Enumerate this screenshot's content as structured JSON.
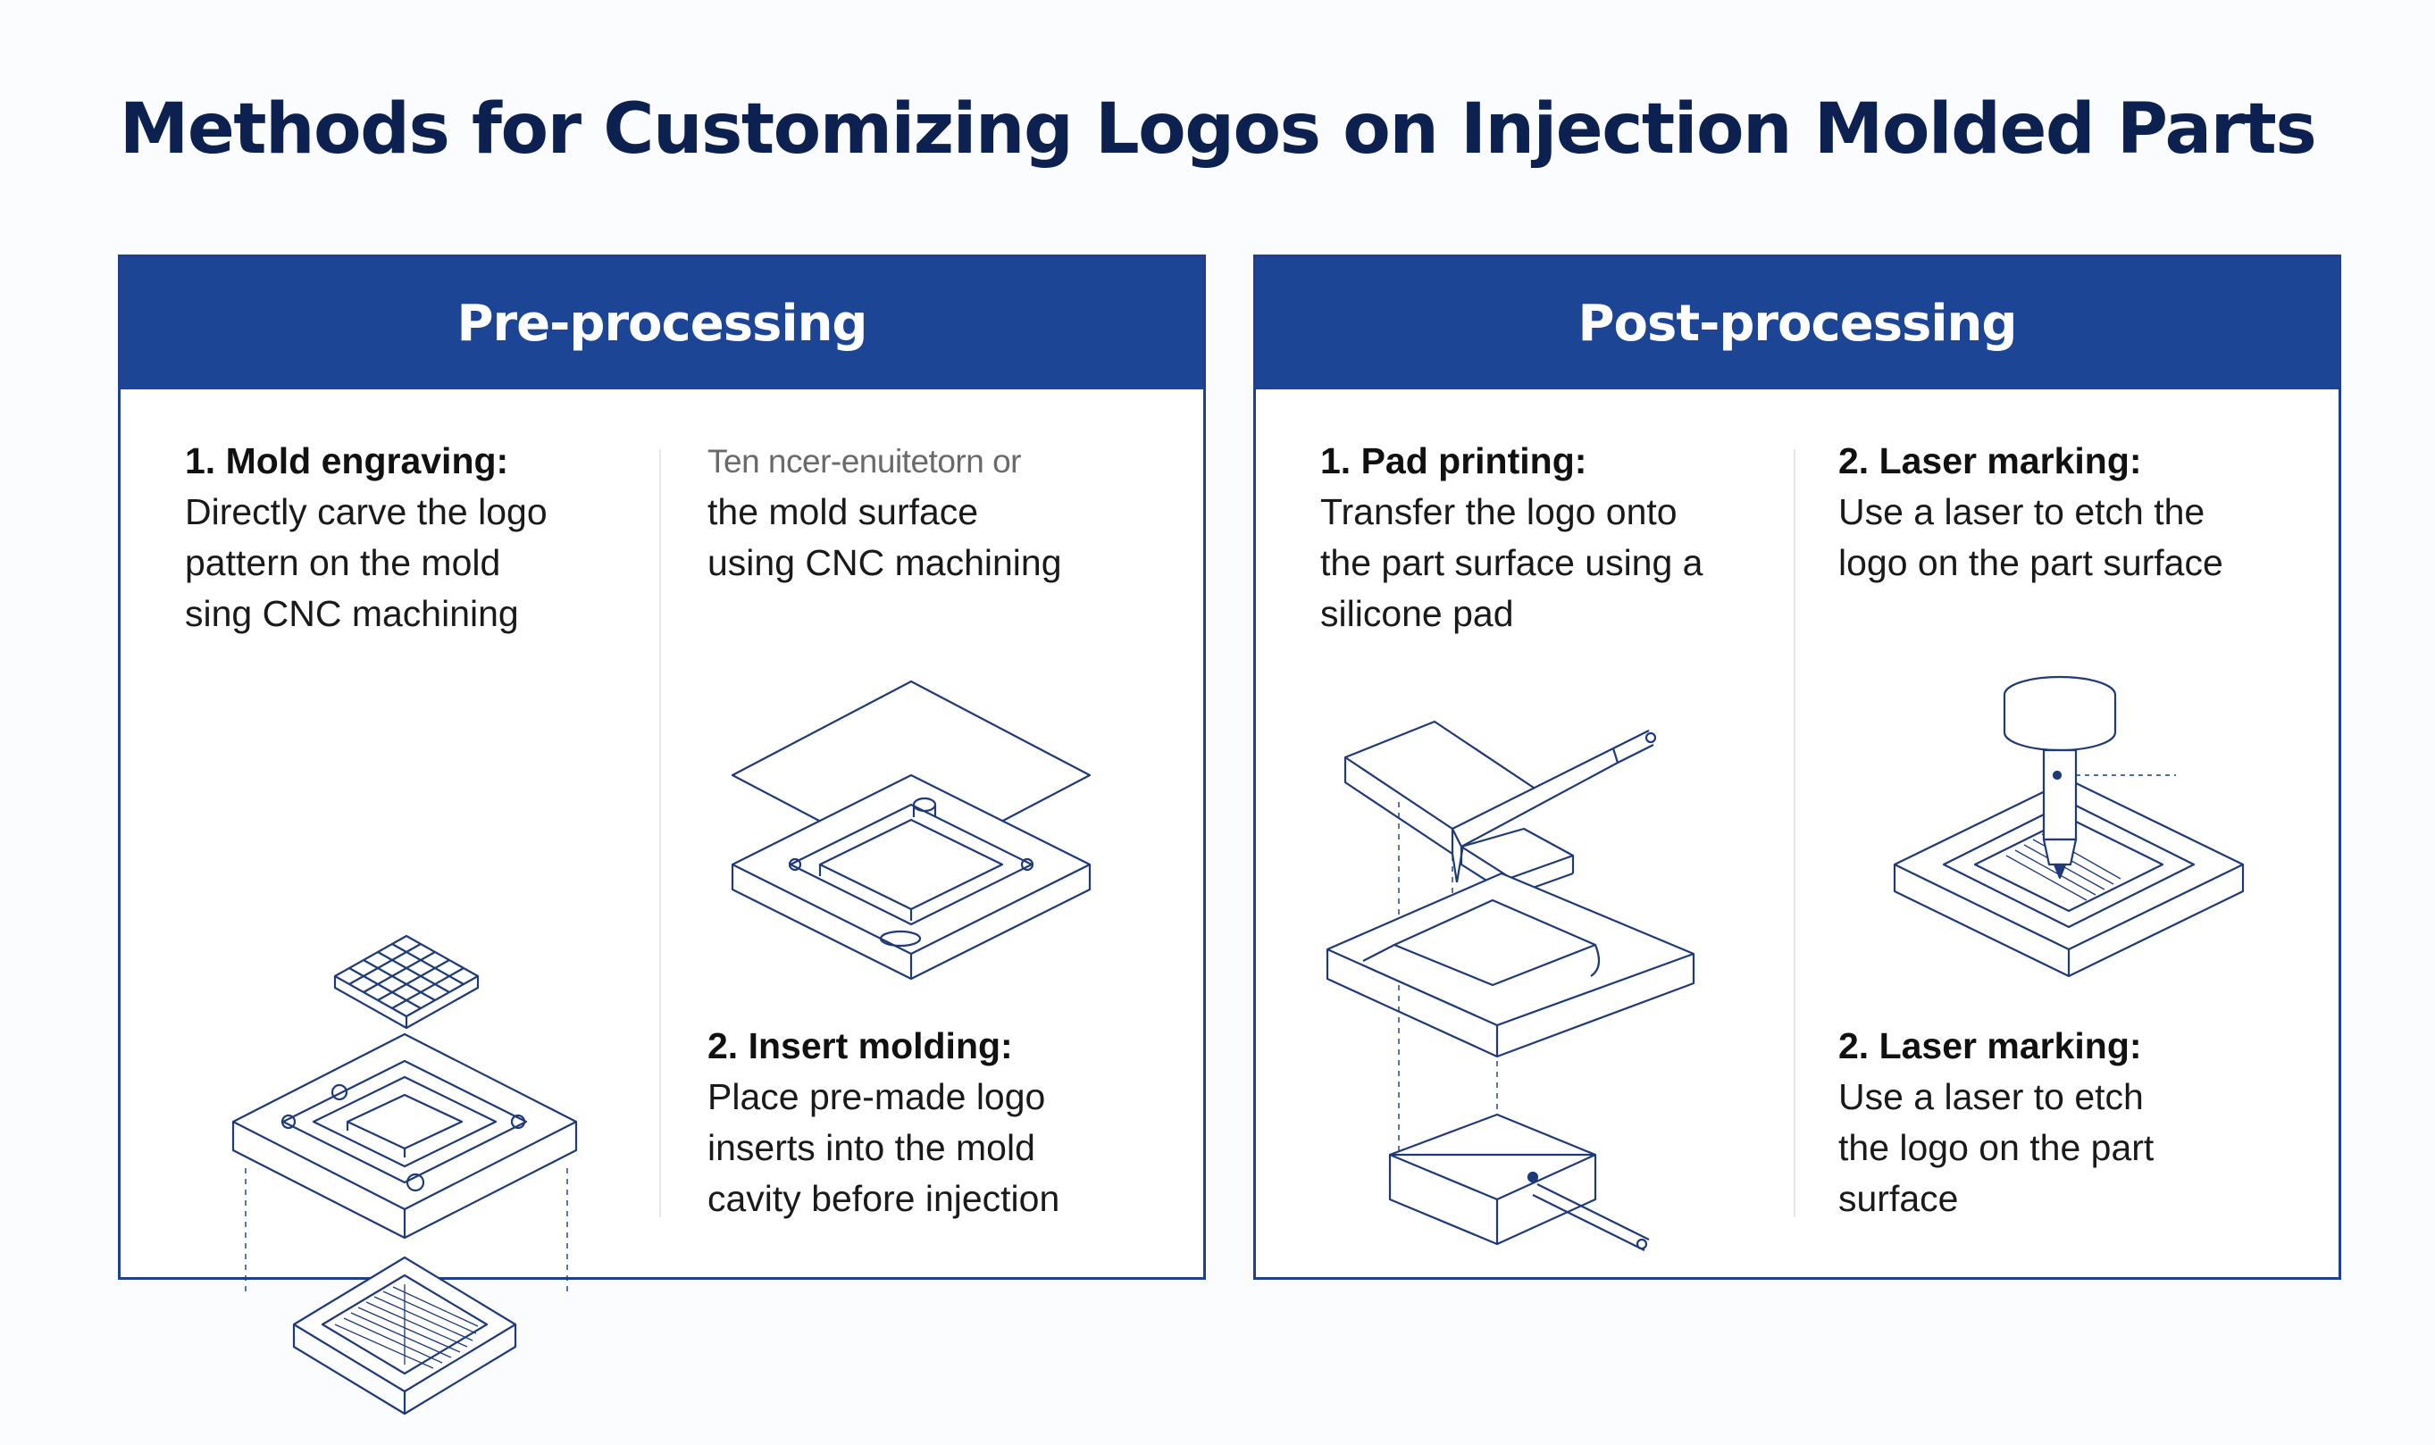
{
  "title": "Methods for Customizing Logos on Injection Molded Parts",
  "colors": {
    "title": "#0d2150",
    "header_bg": "#1d4596",
    "header_text": "#ffffff",
    "line_art": "#1e3a78",
    "panel_border": "#1f3f8f"
  },
  "pre_processing": {
    "header": "Pre-processing",
    "mold_engraving": {
      "heading": "1. Mold engraving:",
      "body": "Directly carve the logo\npattern on the mold\nsing CNC machining"
    },
    "garbled_block": {
      "heading": "Ten ncer-enuitetorn or",
      "body": "the mold surface\nusing CNC machining"
    },
    "insert_molding": {
      "heading": "2. Insert molding:",
      "body": "Place pre-made logo\ninserts into the mold\ncavity before injection"
    }
  },
  "post_processing": {
    "header": "Post-processing",
    "pad_printing": {
      "heading": "1. Pad printing:",
      "body": "Transfer the logo onto\nthe part surface using a\nsilicone pad"
    },
    "laser_marking_top": {
      "heading": "2. Laser marking:",
      "body": "Use a laser to etch the\nlogo on the part surface"
    },
    "laser_marking_bottom": {
      "heading": "2. Laser marking:",
      "body": "Use a laser to etch\nthe logo on the part\nsurface"
    }
  }
}
